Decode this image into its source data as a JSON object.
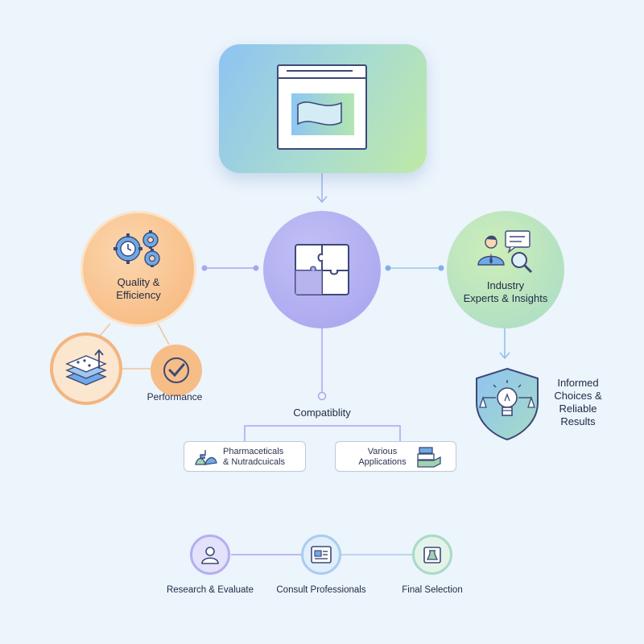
{
  "nodes": {
    "quality": "Quality &\nEfficiency",
    "industry": "Industry\nExperts & Insights",
    "performance": "Performance",
    "compatibility": "Compatiblity",
    "informed": "Informed\nChoices &\nReliable\nResults"
  },
  "boxes": {
    "pharma": "Pharmaceticals\n& Nutradcuicals",
    "various": "Various\nApplications"
  },
  "steps": [
    {
      "label": "Research & Evaluate"
    },
    {
      "label": "Consult Professionals"
    },
    {
      "label": "Final Selection"
    }
  ],
  "colors": {
    "background": "#ecf4fc",
    "orange": "#f7b57a",
    "purple": "#a6a2ee",
    "green": "#a7dbc6",
    "blue": "#8ec3f2",
    "connector": "#a9a6ef"
  },
  "icons": {
    "hero": "browser-image-icon",
    "quality": "gears-clock-icon",
    "center": "puzzle-icon",
    "industry": "expert-search-icon",
    "informed": "shield-lightbulb-scales-icon",
    "performance_a": "layers-growth-icon",
    "performance_b": "checkmark-icon",
    "pharma": "medicine-leaf-icon",
    "various": "stacked-boxes-icon",
    "research": "person-icon",
    "consult": "consult-card-icon",
    "final": "flask-box-icon"
  }
}
